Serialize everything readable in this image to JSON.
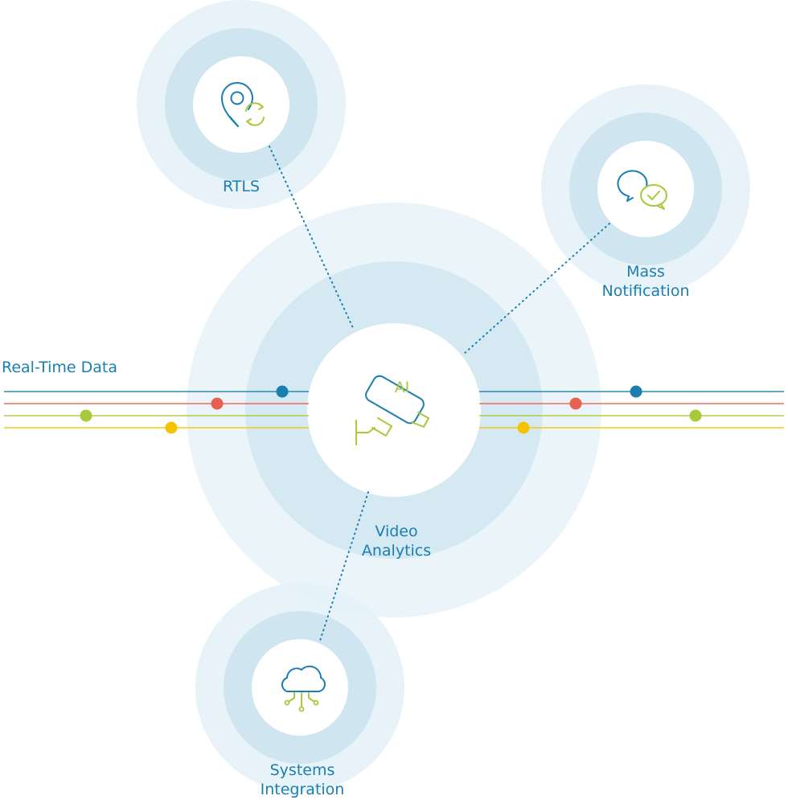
{
  "colors": {
    "label": "#1a7fb0",
    "halo": "#cfe6f0",
    "icon_primary": "#1a7fb0",
    "icon_accent": "#a8c93a",
    "connector": "#1a7fb0"
  },
  "stream": {
    "label": "Real-Time Data",
    "lines": [
      {
        "color": "#1a7fb0"
      },
      {
        "color": "#e8604f"
      },
      {
        "color": "#a8c93a"
      },
      {
        "color": "#f5c400"
      }
    ]
  },
  "hub": {
    "icon_text": "AI",
    "icon": "ai-camera-icon",
    "label_line1": "Video",
    "label_line2": "Analytics"
  },
  "nodes": {
    "rtls": {
      "label": "RTLS",
      "icon": "location-sync-icon"
    },
    "mass": {
      "label_line1": "Mass",
      "label_line2": "Notification",
      "icon": "chat-check-icon"
    },
    "systems": {
      "label_line1": "Systems",
      "label_line2": "Integration",
      "icon": "cloud-circuit-icon"
    }
  }
}
